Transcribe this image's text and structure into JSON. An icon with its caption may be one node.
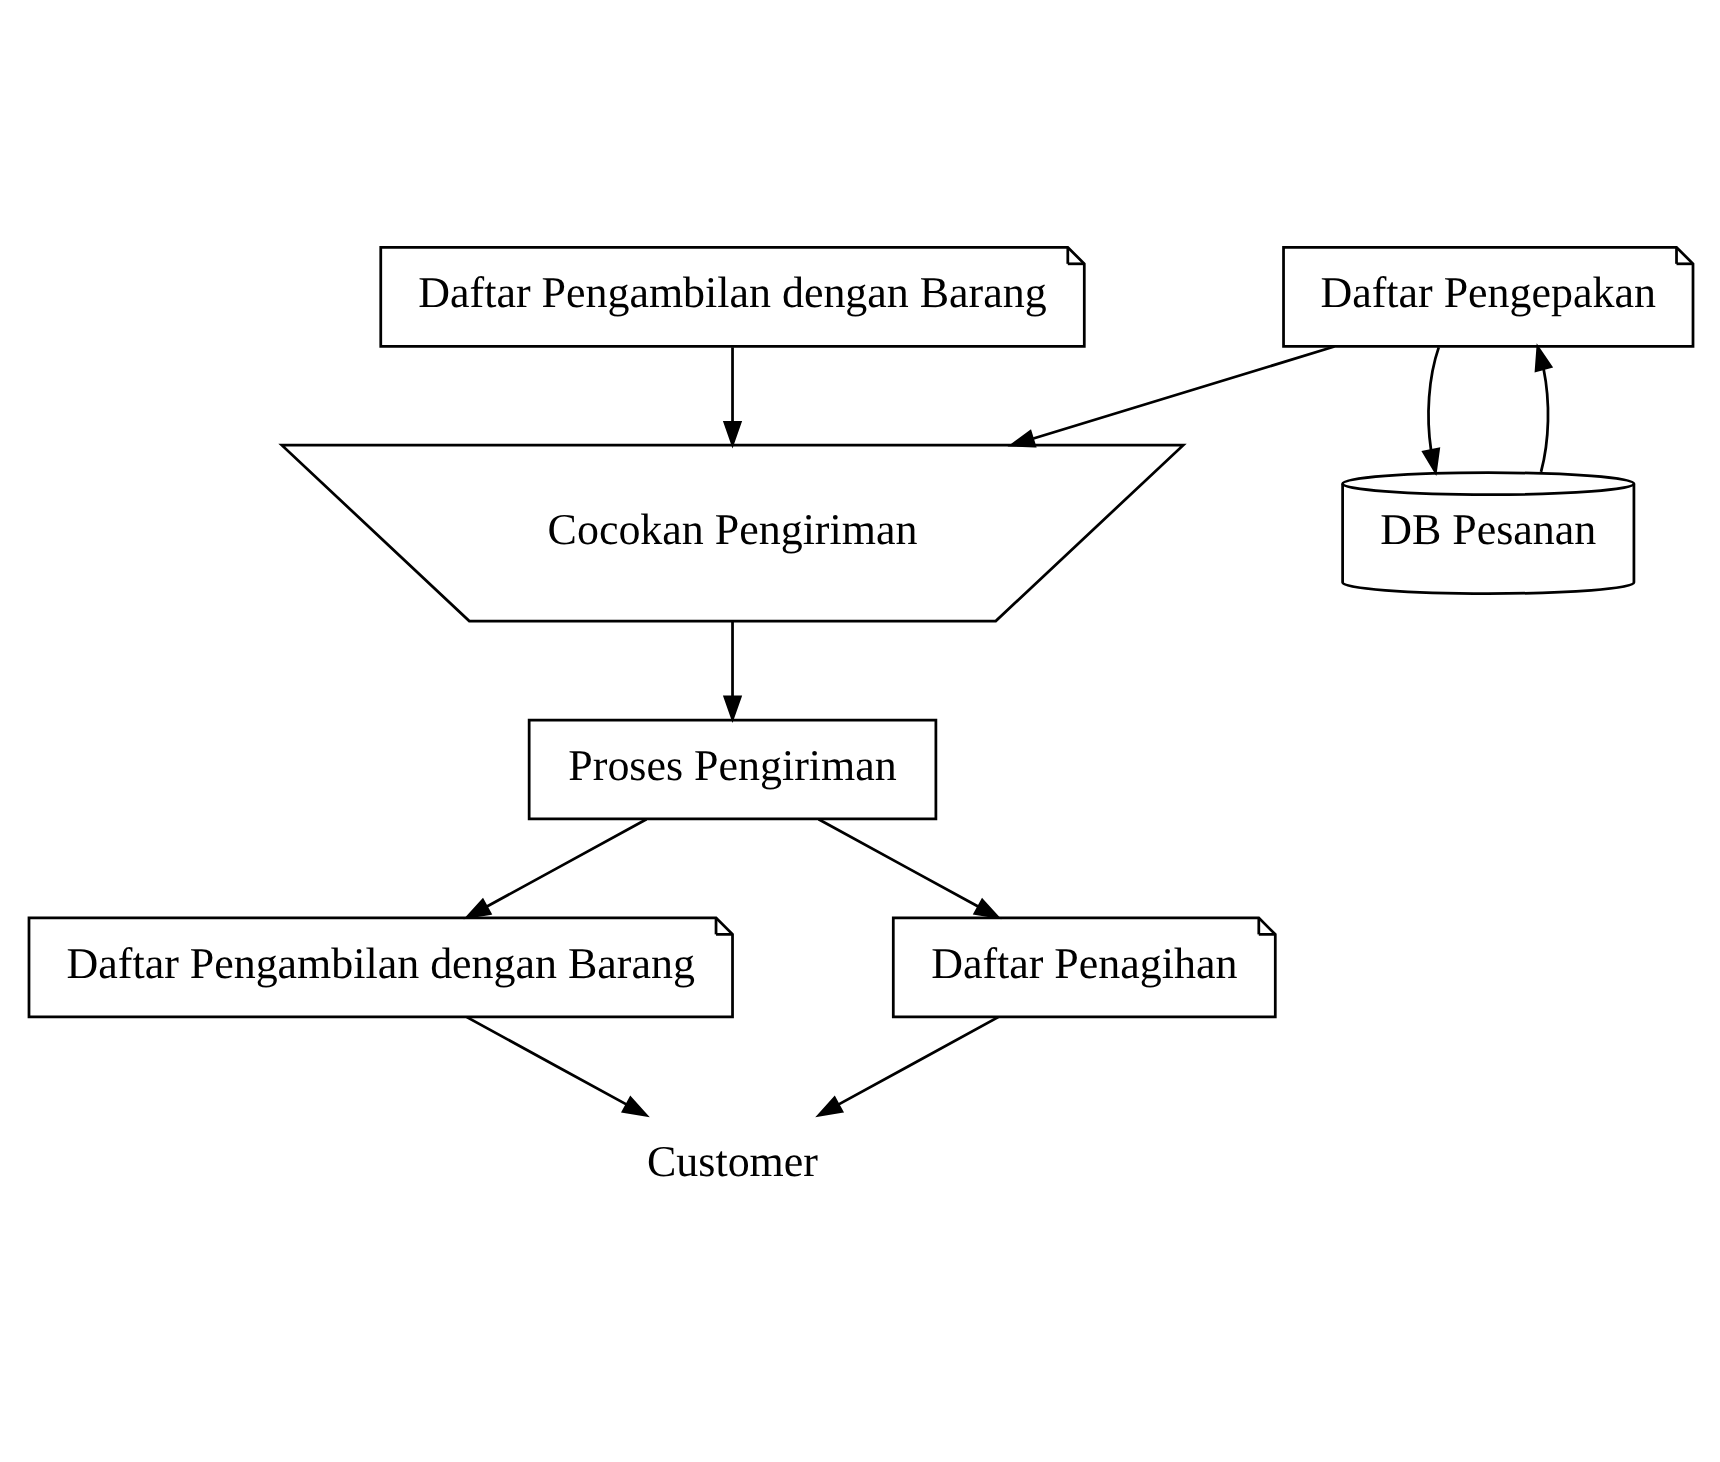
{
  "diagram": {
    "nodes": [
      {
        "text": [
          "Daftar Pengambilan dengan Barang"
        ]
      },
      {
        "text": [
          "Daftar Pengepakan"
        ]
      },
      {
        "text": [
          "Cocokan Pengiriman"
        ]
      },
      {
        "text": [
          "DB Pesanan"
        ]
      },
      {
        "text": [
          "Proses Pengiriman"
        ]
      },
      {
        "text": [
          "Daftar Pengambilan dengan Barang"
        ]
      },
      {
        "text": [
          "Daftar Penagihan"
        ]
      },
      {
        "text": [
          "Customer"
        ]
      }
    ],
    "edges": [
      {
        "from": 0,
        "to": 2,
        "arrow": "to"
      },
      {
        "from": 1,
        "to": 2,
        "arrow": "to"
      },
      {
        "from": 1,
        "to": 3,
        "arrow": "to"
      },
      {
        "from": 3,
        "to": 1,
        "arrow": "to"
      },
      {
        "from": 2,
        "to": 4,
        "arrow": "to"
      },
      {
        "from": 4,
        "to": 5,
        "arrow": "to"
      },
      {
        "from": 4,
        "to": 6,
        "arrow": "to"
      },
      {
        "from": 5,
        "to": 7,
        "arrow": "to"
      },
      {
        "from": 6,
        "to": 7,
        "arrow": "to"
      }
    ]
  }
}
